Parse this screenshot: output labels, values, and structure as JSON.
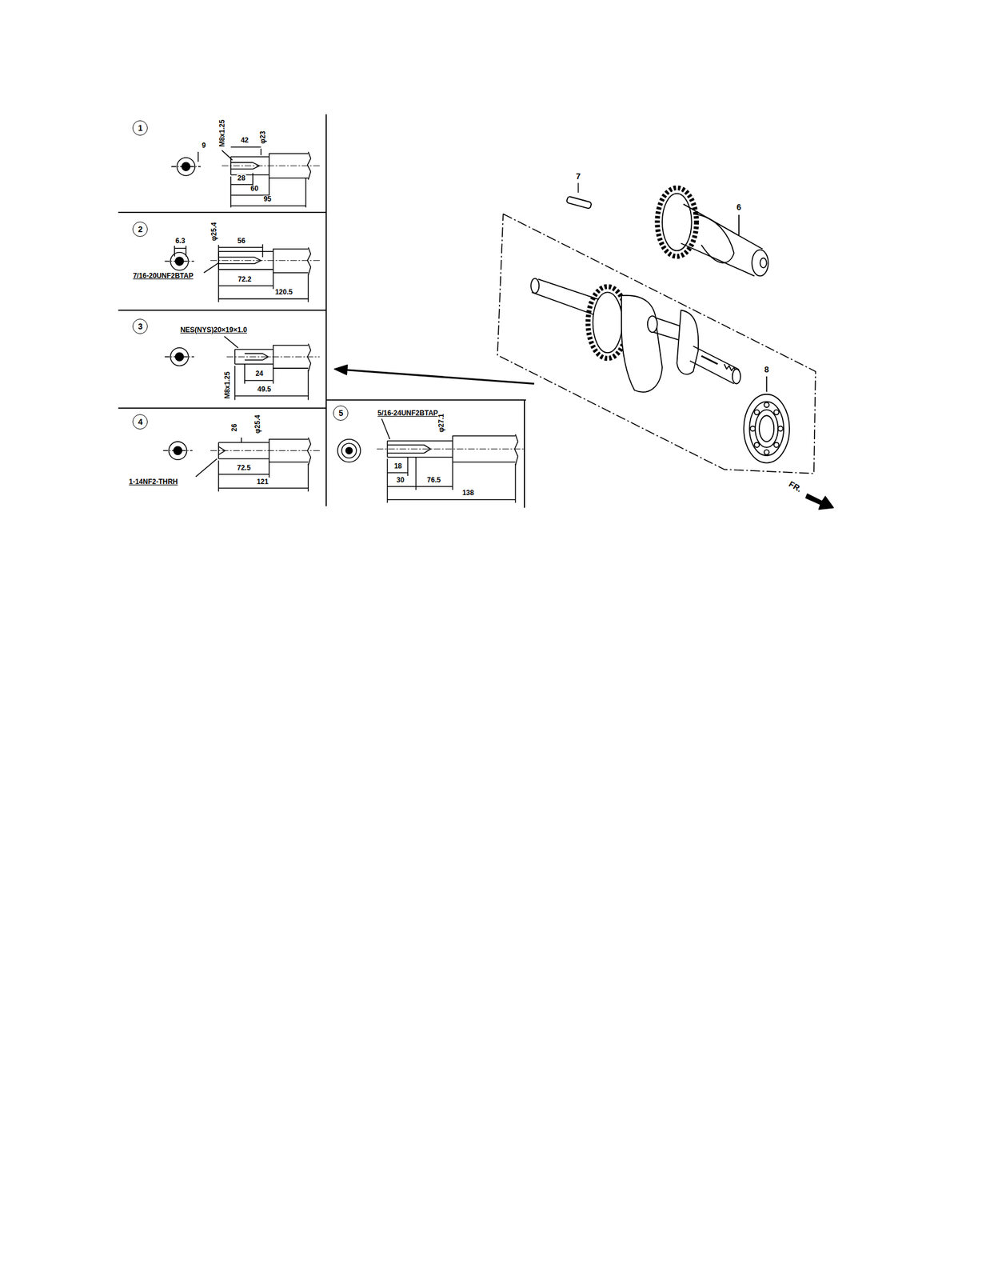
{
  "diagram": {
    "nodes": [
      {
        "text": [
          "1"
        ]
      },
      {
        "text": [
          "2"
        ]
      },
      {
        "text": [
          "3"
        ]
      },
      {
        "text": [
          "4"
        ]
      },
      {
        "text": [
          "5"
        ]
      }
    ],
    "labels": [
      "9",
      "M8x1.25",
      "42",
      "φ23",
      "28",
      "60",
      "95",
      "6.3",
      "φ25.4",
      "56",
      "7/16-20UNF2BTAP",
      "72.2",
      "120.5",
      "NES(NYS)20×19×1.0",
      "M8x1.25",
      "24",
      "49.5",
      "26",
      "φ25.4",
      "1-14NF2-THRH",
      "72.5",
      "121",
      "5/16-24UNF2BTAP",
      "φ27.1",
      "18",
      "30",
      "76.5",
      "138",
      "7",
      "6",
      "8",
      "FR."
    ]
  }
}
